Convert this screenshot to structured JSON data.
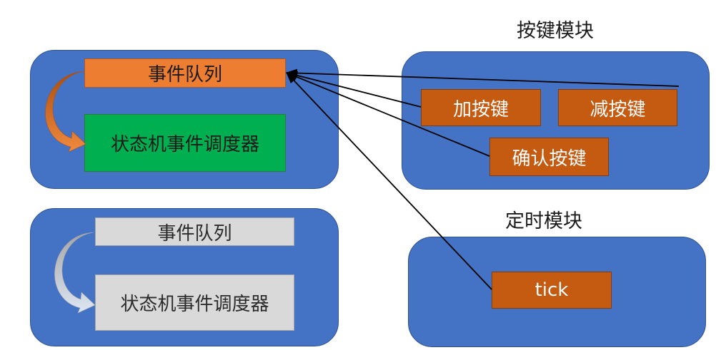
{
  "titles": {
    "key_module": "按键模块",
    "timer_module": "定时模块"
  },
  "state_machine_active": {
    "event_queue": "事件队列",
    "dispatcher": "状态机事件调度器"
  },
  "state_machine_inactive": {
    "event_queue": "事件队列",
    "dispatcher": "状态机事件调度器"
  },
  "key_module": {
    "add_key": "加按键",
    "sub_key": "减按键",
    "confirm_key": "确认按键"
  },
  "timer_module": {
    "tick": "tick"
  },
  "colors": {
    "panel": "#4472C4",
    "queue": "#ED7D31",
    "dispatcher": "#00B050",
    "inactive": "#D9D9D9",
    "source": "#C55A11",
    "arrow": "#000000"
  }
}
